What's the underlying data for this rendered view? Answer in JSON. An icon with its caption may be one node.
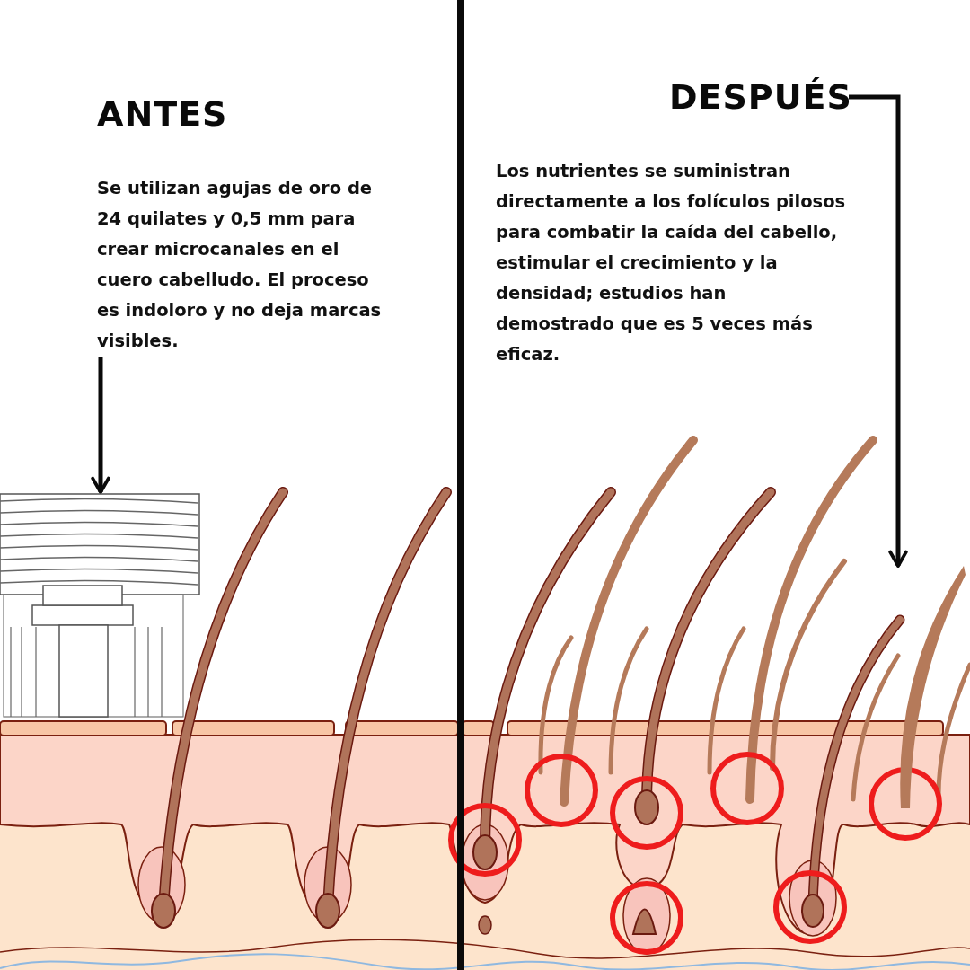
{
  "diagram": {
    "nodes": [
      {
        "text": [
          "ANTES",
          "Se utilizan agujas de oro de 24 quilates y 0,5 mm para crear microcanales en el cuero cabelludo. El proceso es indoloro y no deja marcas visibles."
        ]
      },
      {
        "text": [],
        "shape": "picture"
      },
      {
        "text": [
          "DESPUÉS",
          "Los nutrientes se suministran directamente a los folículos pilosos para combatir la caída del cabello, estimular el crecimiento y la densidad; estudios han demostrado que es 5 veces más eficaz."
        ]
      },
      {
        "text": [],
        "shape": "picture"
      }
    ],
    "edges": [
      {
        "from": 0,
        "to": 1,
        "arrow": "to"
      },
      {
        "from": 2,
        "to": 3,
        "arrow": "to"
      }
    ]
  }
}
